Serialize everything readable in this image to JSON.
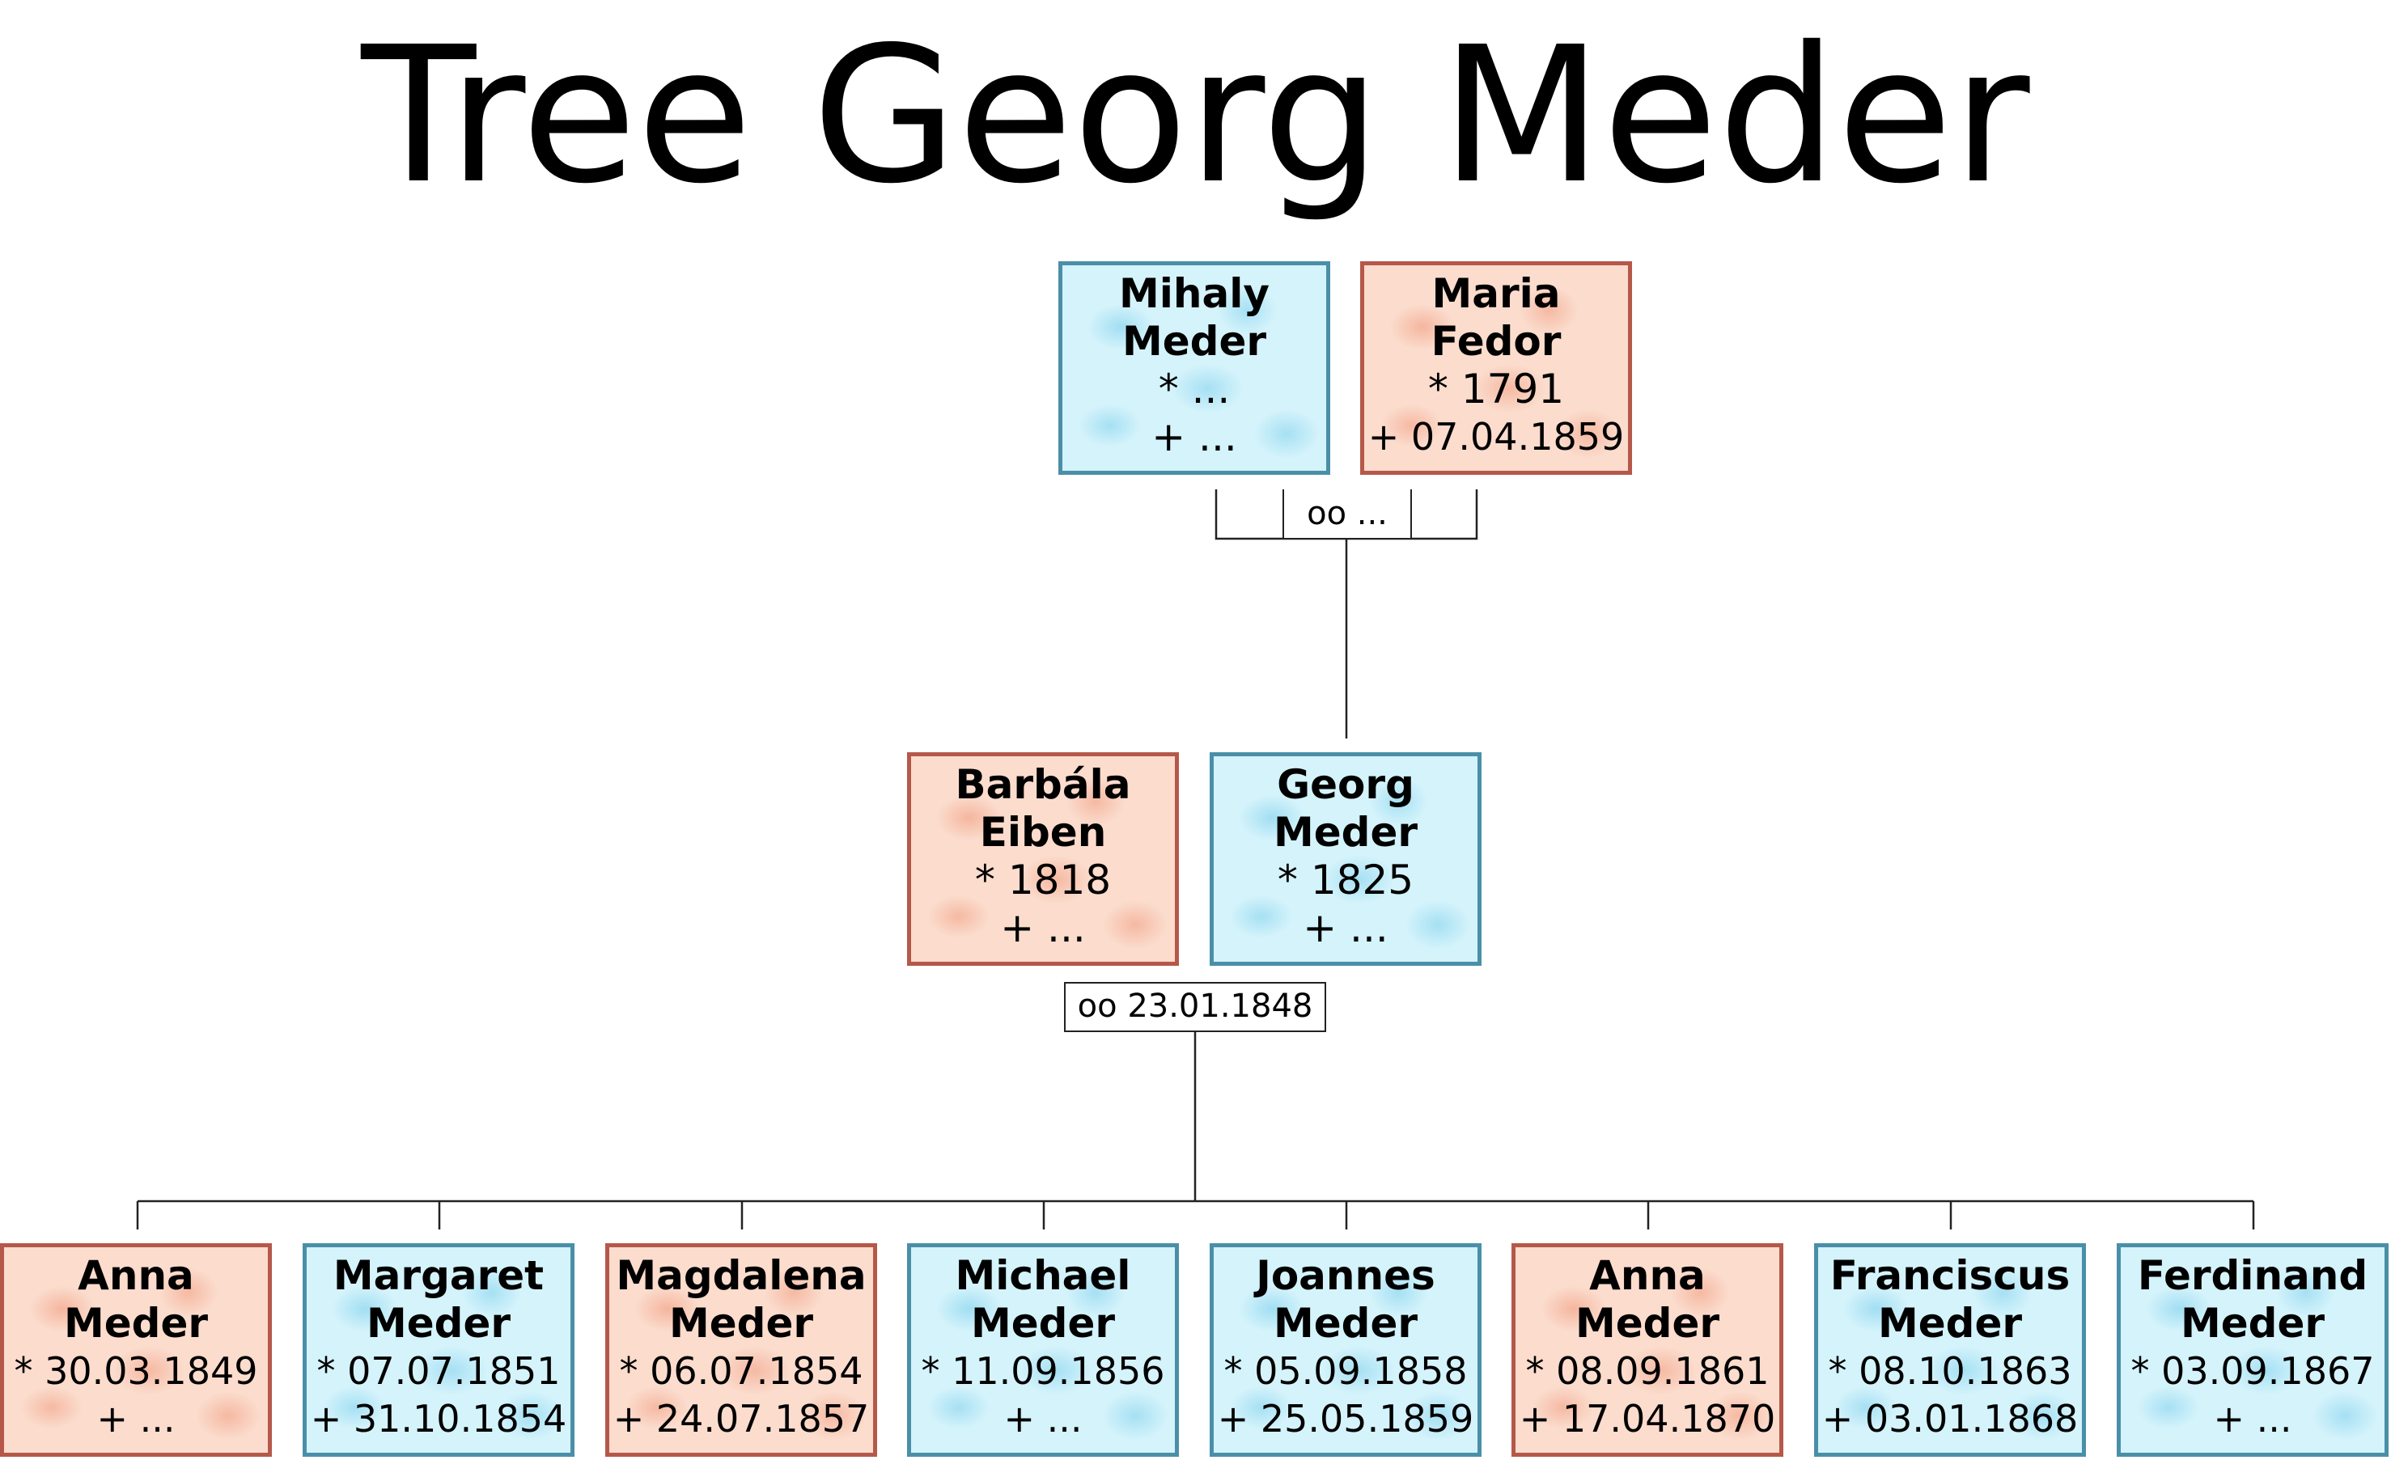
{
  "title": "Tree Georg Meder",
  "generations": {
    "grandparents": {
      "father": {
        "first": "Mihaly",
        "last": "Meder",
        "birth": "* ...",
        "death": "+ ...",
        "sex": "male"
      },
      "mother": {
        "first": "Maria",
        "last": "Fedor",
        "birth": "* 1791",
        "death": "+ 07.04.1859",
        "sex": "female"
      },
      "marriage": "oo ..."
    },
    "parents": {
      "wife": {
        "first": "Barbála",
        "last": "Eiben",
        "birth": "* 1818",
        "death": "+ ...",
        "sex": "female"
      },
      "husband": {
        "first": "Georg",
        "last": "Meder",
        "birth": "* 1825",
        "death": "+ ...",
        "sex": "male"
      },
      "marriage": "oo 23.01.1848"
    },
    "children": [
      {
        "first": "Anna",
        "last": "Meder",
        "birth": "* 30.03.1849",
        "death": "+ ...",
        "sex": "female"
      },
      {
        "first": "Margaret",
        "last": "Meder",
        "birth": "* 07.07.1851",
        "death": "+ 31.10.1854",
        "sex": "male"
      },
      {
        "first": "Magdalena",
        "last": "Meder",
        "birth": "* 06.07.1854",
        "death": "+ 24.07.1857",
        "sex": "female"
      },
      {
        "first": "Michael",
        "last": "Meder",
        "birth": "* 11.09.1856",
        "death": "+ ...",
        "sex": "male"
      },
      {
        "first": "Joannes",
        "last": "Meder",
        "birth": "* 05.09.1858",
        "death": "+ 25.05.1859",
        "sex": "male"
      },
      {
        "first": "Anna",
        "last": "Meder",
        "birth": "* 08.09.1861",
        "death": "+ 17.04.1870",
        "sex": "female"
      },
      {
        "first": "Franciscus",
        "last": "Meder",
        "birth": "* 08.10.1863",
        "death": "+ 03.01.1868",
        "sex": "male"
      },
      {
        "first": "Ferdinand",
        "last": "Meder",
        "birth": "* 03.09.1867",
        "death": "+ ...",
        "sex": "male"
      }
    ]
  },
  "colors": {
    "male_border": "#4a8fa8",
    "male_fill": "#d4f3fb",
    "female_border": "#b5584a",
    "female_fill": "#fbdccd",
    "connector": "#222222"
  }
}
